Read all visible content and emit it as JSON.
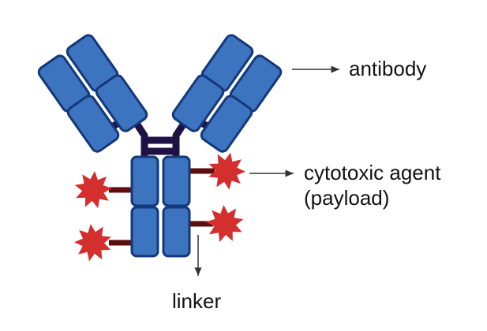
{
  "labels": {
    "antibody": "antibody",
    "payload_line1": "cytotoxic agent",
    "payload_line2": "(payload)",
    "linker": "linker"
  },
  "colors": {
    "domain_fill": "#3d74c0",
    "domain_stroke": "#14387a",
    "hinge": "#1e1245",
    "linker": "#5c0e0e",
    "payload": "#d32f2f"
  }
}
